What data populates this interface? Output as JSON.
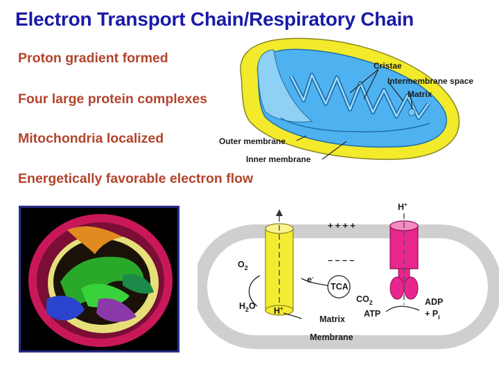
{
  "title": "Electron Transport Chain/Respiratory Chain",
  "bullets": [
    "Proton gradient formed",
    "Four large protein complexes",
    "Mitochondria localized",
    "Energetically favorable electron flow"
  ],
  "mito_diagram": {
    "labels": {
      "cristae": "Cristae",
      "intermembrane": "Intermembrane space",
      "matrix": "Matrix",
      "outer": "Outer membrane",
      "inner": "Inner membrane"
    }
  },
  "etc_diagram": {
    "h_plus_top": "H",
    "h_plus_top_sup": "+",
    "plus_signs": "+ + + +",
    "minus_signs": "– – – –",
    "o2": "O",
    "o2_sub": "2",
    "h2o_h": "H",
    "h2o_sub": "2",
    "h2o_o": "O",
    "e_minus": "e",
    "e_minus_sup": "-",
    "tca": "TCA",
    "co2": "CO",
    "co2_sub": "2",
    "h_plus_bottom": "H",
    "h_plus_bottom_sup": "+",
    "matrix": "Matrix",
    "atp": "ATP",
    "adp": "ADP",
    "pi": "+ P",
    "pi_sub": "i",
    "membrane": "Membrane"
  },
  "colors": {
    "title": "#1a1aa8",
    "bullets": "#b2442c",
    "outer_membrane": "#f2ea2a",
    "inner_membrane": "#4fb2f0",
    "complex_yellow": "#f4ec30",
    "complex_pink": "#e8268e",
    "membrane_gray": "#cfcfcf"
  }
}
